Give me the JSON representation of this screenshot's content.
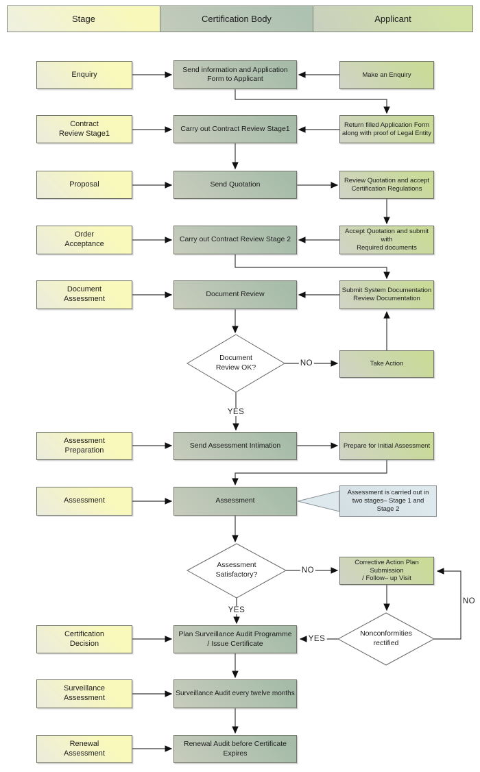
{
  "header": {
    "stage": "Stage",
    "certification_body": "Certification Body",
    "applicant": "Applicant"
  },
  "rows": [
    {
      "stage": "Enquiry",
      "cert": "Send information and Application\nForm to Applicant",
      "applicant": "Make an Enquiry"
    },
    {
      "stage": "Contract\nReview Stage1",
      "cert": "Carry out Contract Review Stage1",
      "applicant": "Return filled Application Form\nalong with proof of Legal Entity"
    },
    {
      "stage": "Proposal",
      "cert": "Send Quotation",
      "applicant": "Review Quotation and accept\nCertification Regulations"
    },
    {
      "stage": "Order\nAcceptance",
      "cert": "Carry out Contract Review Stage 2",
      "applicant": "Accept Quotation and submit\nwith\nRequired documents"
    },
    {
      "stage": "Document\nAssessment",
      "cert": "Document Review",
      "applicant": "Submit System Documentation\nReview Documentation"
    },
    {
      "stage": "Assessment\nPreparation",
      "cert": "Send Assessment Intimation",
      "applicant": "Prepare for Initial Assessment"
    },
    {
      "stage": "Assessment",
      "cert": "Assessment"
    },
    {
      "stage": "Certification\nDecision",
      "cert": "Plan Surveillance Audit Programme\n/  Issue Certificate"
    },
    {
      "stage": "Surveillance\nAssessment",
      "cert": "Surveillance Audit every twelve months"
    },
    {
      "stage": "Renewal\nAssessment",
      "cert": "Renewal Audit before Certificate\nExpires"
    }
  ],
  "extra_nodes": {
    "take_action": "Take Action",
    "corrective_action": "Corrective Action Plan\nSubmission\n/  Follow–  up Visit",
    "assessment_note": "Assessment is carried out in\ntwo stages–   Stage 1 and\nStage 2"
  },
  "decisions": {
    "document_review": "Document\nReview OK?",
    "assessment_satisfactory": "Assessment\nSatisfactory?",
    "nonconformities": "Nonconformities\nrectified"
  },
  "edge_labels": {
    "yes": "YES",
    "no": "NO"
  },
  "colors": {
    "stage_fill": "#f9f9bb",
    "cert_fill": "#a6bca9",
    "applicant_fill": "#c9da99",
    "callout_fill": "#dde9ed",
    "line": "#333333",
    "border": "#6e7267"
  }
}
